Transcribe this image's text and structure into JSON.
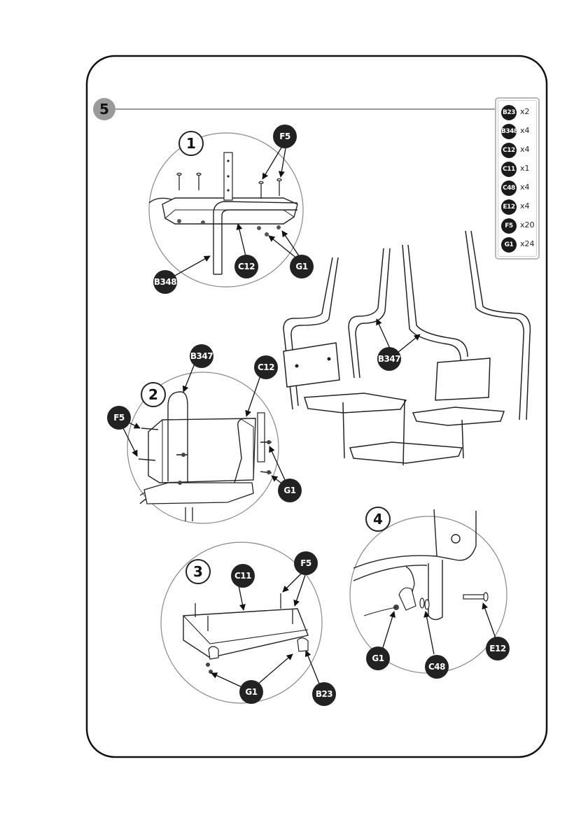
{
  "section": {
    "number": "5"
  },
  "parts_list": [
    {
      "code": "B23",
      "qty": "x2"
    },
    {
      "code": "B348",
      "qty": "x4"
    },
    {
      "code": "C12",
      "qty": "x4"
    },
    {
      "code": "C11",
      "qty": "x1"
    },
    {
      "code": "C48",
      "qty": "x4"
    },
    {
      "code": "E12",
      "qty": "x4"
    },
    {
      "code": "F5",
      "qty": "x20"
    },
    {
      "code": "G1",
      "qty": "x24"
    }
  ],
  "steps": {
    "s1": {
      "number": "1",
      "labels": {
        "f5": "F5",
        "b348": "B348",
        "c12": "C12",
        "g1": "G1"
      }
    },
    "s2": {
      "number": "2",
      "labels": {
        "b347": "B347",
        "c12": "C12",
        "f5": "F5",
        "g1": "G1"
      }
    },
    "s3": {
      "number": "3",
      "labels": {
        "c11": "C11",
        "f5": "F5",
        "g1": "G1",
        "b23": "B23"
      }
    },
    "s4": {
      "number": "4",
      "labels": {
        "g1": "G1",
        "c48": "C48",
        "e12": "E12"
      }
    }
  },
  "overview": {
    "labels": {
      "b347": "B347"
    }
  }
}
